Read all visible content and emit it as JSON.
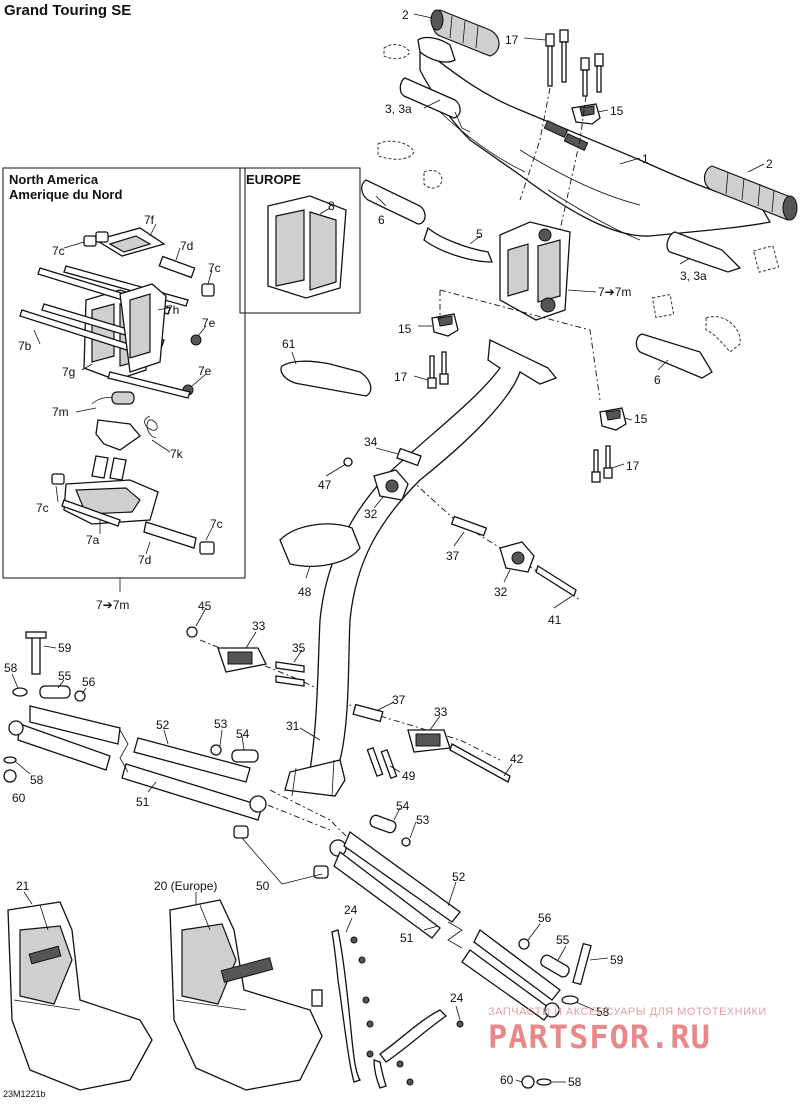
{
  "title": "Grand Touring SE",
  "ref_code": "23M1221b",
  "inset_na": {
    "line1": "North America",
    "line2": "Amerique du Nord"
  },
  "inset_eu": {
    "label": "EUROPE"
  },
  "watermark": {
    "text": "ЗАПЧАСТИ И АКСЕССУАРЫ ДЛЯ МОТОТЕХНИКИ",
    "brand": "PARTSFOR.RU"
  },
  "callouts": [
    {
      "id": "c2a",
      "text": "2"
    },
    {
      "id": "c17a",
      "text": "17"
    },
    {
      "id": "c33a3a",
      "text": "3, 3a"
    },
    {
      "id": "c15a",
      "text": "15"
    },
    {
      "id": "c1",
      "text": "1"
    },
    {
      "id": "c2b",
      "text": "2"
    },
    {
      "id": "c6a",
      "text": "6"
    },
    {
      "id": "c5",
      "text": "5"
    },
    {
      "id": "c33a3b",
      "text": "3, 3a"
    },
    {
      "id": "c7m_main",
      "text": "7➔7m"
    },
    {
      "id": "c15b",
      "text": "15"
    },
    {
      "id": "c17b",
      "text": "17"
    },
    {
      "id": "c6b",
      "text": "6"
    },
    {
      "id": "c15c",
      "text": "15"
    },
    {
      "id": "c17c",
      "text": "17"
    },
    {
      "id": "c61",
      "text": "61"
    },
    {
      "id": "c34",
      "text": "34"
    },
    {
      "id": "c47",
      "text": "47"
    },
    {
      "id": "c32a",
      "text": "32"
    },
    {
      "id": "c48",
      "text": "48"
    },
    {
      "id": "c37a",
      "text": "37"
    },
    {
      "id": "c32b",
      "text": "32"
    },
    {
      "id": "c41",
      "text": "41"
    },
    {
      "id": "c8",
      "text": "8"
    },
    {
      "id": "c7f",
      "text": "7f"
    },
    {
      "id": "c7c1",
      "text": "7c"
    },
    {
      "id": "c7d1",
      "text": "7d"
    },
    {
      "id": "c7c2",
      "text": "7c"
    },
    {
      "id": "c7h",
      "text": "7h"
    },
    {
      "id": "c7e1",
      "text": "7e"
    },
    {
      "id": "c7b",
      "text": "7b"
    },
    {
      "id": "c7g",
      "text": "7g"
    },
    {
      "id": "c7e2",
      "text": "7e"
    },
    {
      "id": "c7m",
      "text": "7m"
    },
    {
      "id": "c7k",
      "text": "7k"
    },
    {
      "id": "c7c3",
      "text": "7c"
    },
    {
      "id": "c7a",
      "text": "7a"
    },
    {
      "id": "c7c4",
      "text": "7c"
    },
    {
      "id": "c7d2",
      "text": "7d"
    },
    {
      "id": "c7m_box",
      "text": "7➔7m"
    },
    {
      "id": "c45",
      "text": "45"
    },
    {
      "id": "c33b",
      "text": "33"
    },
    {
      "id": "c35",
      "text": "35"
    },
    {
      "id": "c59a",
      "text": "59"
    },
    {
      "id": "c58a",
      "text": "58"
    },
    {
      "id": "c55a",
      "text": "55"
    },
    {
      "id": "c56a",
      "text": "56"
    },
    {
      "id": "c52a",
      "text": "52"
    },
    {
      "id": "c53a",
      "text": "53"
    },
    {
      "id": "c54a",
      "text": "54"
    },
    {
      "id": "c37b",
      "text": "37"
    },
    {
      "id": "c33c",
      "text": "33"
    },
    {
      "id": "c31",
      "text": "31"
    },
    {
      "id": "c49",
      "text": "49"
    },
    {
      "id": "c42",
      "text": "42"
    },
    {
      "id": "c58b",
      "text": "58"
    },
    {
      "id": "c60a",
      "text": "60"
    },
    {
      "id": "c51a",
      "text": "51"
    },
    {
      "id": "c54b",
      "text": "54"
    },
    {
      "id": "c53b",
      "text": "53"
    },
    {
      "id": "c50",
      "text": "50"
    },
    {
      "id": "c21",
      "text": "21"
    },
    {
      "id": "c20",
      "text": "20 (Europe)"
    },
    {
      "id": "c52b",
      "text": "52"
    },
    {
      "id": "c24a",
      "text": "24"
    },
    {
      "id": "c51b",
      "text": "51"
    },
    {
      "id": "c56b",
      "text": "56"
    },
    {
      "id": "c55b",
      "text": "55"
    },
    {
      "id": "c59b",
      "text": "59"
    },
    {
      "id": "c58c",
      "text": "58"
    },
    {
      "id": "c24b",
      "text": "24"
    },
    {
      "id": "c60b",
      "text": "60"
    },
    {
      "id": "c58d",
      "text": "58"
    }
  ]
}
